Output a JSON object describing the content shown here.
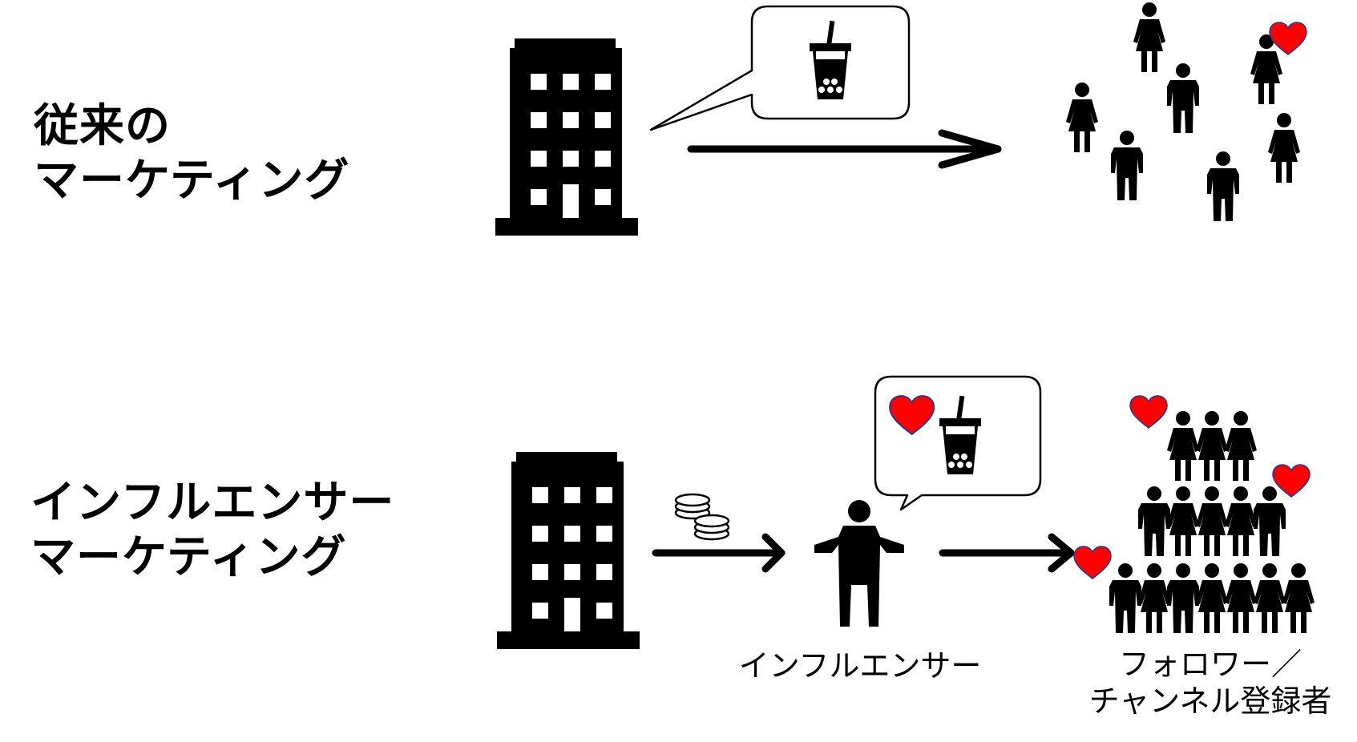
{
  "traditional": {
    "heading_line1": "従来の",
    "heading_line2": "マーケティング"
  },
  "influencer": {
    "heading_line1": "インフルエンサー",
    "heading_line2": "マーケティング",
    "influencer_caption": "インフルエンサー",
    "followers_caption_line1": "フォロワー／",
    "followers_caption_line2": "チャンネル登録者"
  },
  "colors": {
    "ink": "#000000",
    "heart": "#ff0000",
    "heart_outline": "#1f3a93"
  },
  "icons": [
    "building-icon",
    "bubble-tea-icon",
    "speech-bubble-icon",
    "person-icon",
    "heart-icon",
    "coins-icon",
    "arrow-icon"
  ]
}
